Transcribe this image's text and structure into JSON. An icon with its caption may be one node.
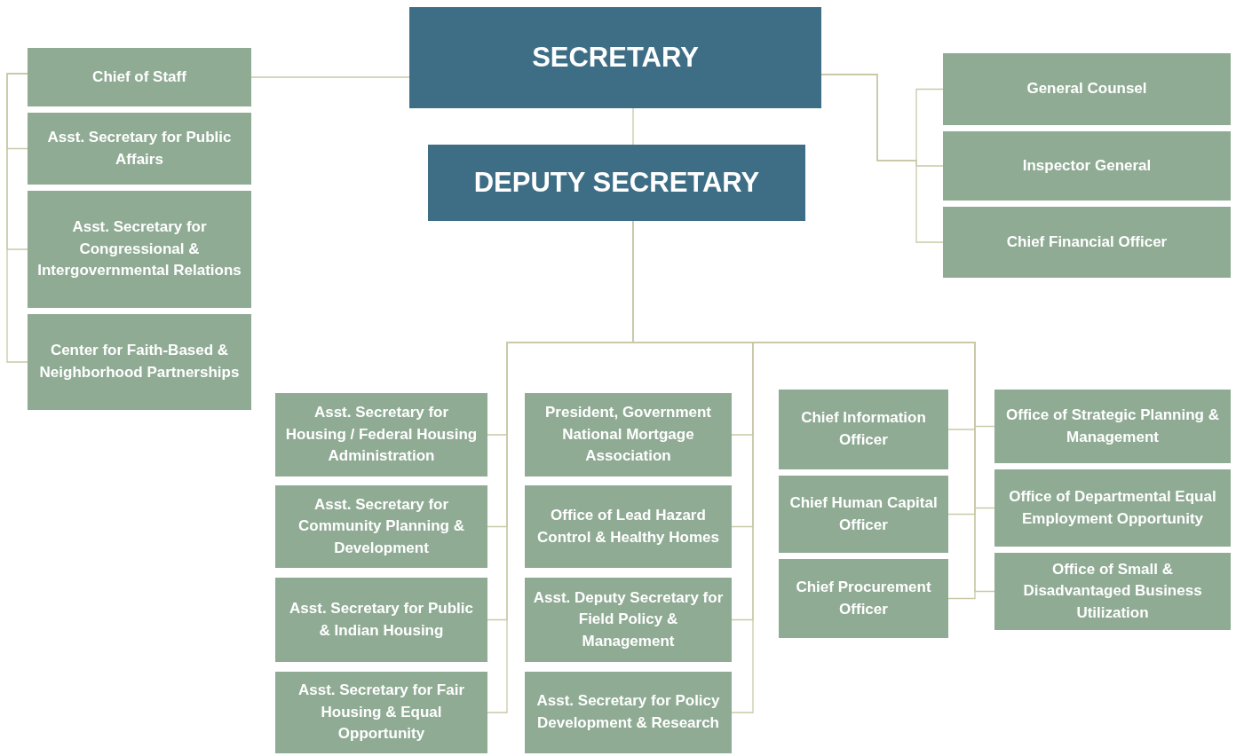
{
  "diagram": {
    "nodes": [
      {
        "text": [
          "SECRETARY"
        ]
      },
      {
        "text": [
          "DEPUTY SECRETARY"
        ]
      },
      {
        "text": [
          "Chief of Staff"
        ]
      },
      {
        "text": [
          "Asst. Secretary for Public Affairs"
        ]
      },
      {
        "text": [
          "Asst. Secretary for Congressional & Intergovernmental Relations"
        ]
      },
      {
        "text": [
          "Center for Faith-Based & Neighborhood Partnerships"
        ]
      },
      {
        "text": [
          "General Counsel"
        ]
      },
      {
        "text": [
          "Inspector General"
        ]
      },
      {
        "text": [
          "Chief Financial Officer"
        ]
      },
      {
        "text": [
          "Asst. Secretary for Housing / Federal Housing Administration"
        ]
      },
      {
        "text": [
          "Asst. Secretary for Community Planning & Development"
        ]
      },
      {
        "text": [
          "Asst. Secretary for Public & Indian Housing"
        ]
      },
      {
        "text": [
          "Asst. Secretary for Fair Housing & Equal Opportunity"
        ]
      },
      {
        "text": [
          "President, Government National Mortgage Association"
        ]
      },
      {
        "text": [
          "Office of Lead Hazard Control & Healthy Homes"
        ]
      },
      {
        "text": [
          "Asst. Deputy Secretary for Field Policy & Management"
        ]
      },
      {
        "text": [
          "Asst. Secretary for Policy Development & Research"
        ]
      },
      {
        "text": [
          "Chief Information Officer"
        ]
      },
      {
        "text": [
          "Chief Human Capital Officer"
        ]
      },
      {
        "text": [
          "Chief Procurement Officer"
        ]
      },
      {
        "text": [
          "Office of Strategic Planning & Management"
        ]
      },
      {
        "text": [
          "Office of Departmental Equal Employment Opportunity"
        ]
      },
      {
        "text": [
          "Office of Small & Disadvantaged Business Utilization"
        ]
      }
    ],
    "edges": [
      {
        "from": 0,
        "to": 1,
        "arrow": "none"
      },
      {
        "from": 0,
        "to": 2,
        "arrow": "none"
      },
      {
        "from": 2,
        "to": 3,
        "arrow": "none"
      },
      {
        "from": 2,
        "to": 4,
        "arrow": "none"
      },
      {
        "from": 2,
        "to": 5,
        "arrow": "none"
      },
      {
        "from": 0,
        "to": 6,
        "arrow": "none"
      },
      {
        "from": 0,
        "to": 7,
        "arrow": "none"
      },
      {
        "from": 0,
        "to": 8,
        "arrow": "none"
      },
      {
        "from": 1,
        "to": 9,
        "arrow": "none"
      },
      {
        "from": 1,
        "to": 10,
        "arrow": "none"
      },
      {
        "from": 1,
        "to": 11,
        "arrow": "none"
      },
      {
        "from": 1,
        "to": 12,
        "arrow": "none"
      },
      {
        "from": 1,
        "to": 13,
        "arrow": "none"
      },
      {
        "from": 1,
        "to": 14,
        "arrow": "none"
      },
      {
        "from": 1,
        "to": 15,
        "arrow": "none"
      },
      {
        "from": 1,
        "to": 16,
        "arrow": "none"
      },
      {
        "from": 1,
        "to": 17,
        "arrow": "none"
      },
      {
        "from": 1,
        "to": 18,
        "arrow": "none"
      },
      {
        "from": 1,
        "to": 19,
        "arrow": "none"
      },
      {
        "from": 1,
        "to": 20,
        "arrow": "none"
      },
      {
        "from": 1,
        "to": 21,
        "arrow": "none"
      },
      {
        "from": 1,
        "to": 22,
        "arrow": "none"
      }
    ]
  }
}
